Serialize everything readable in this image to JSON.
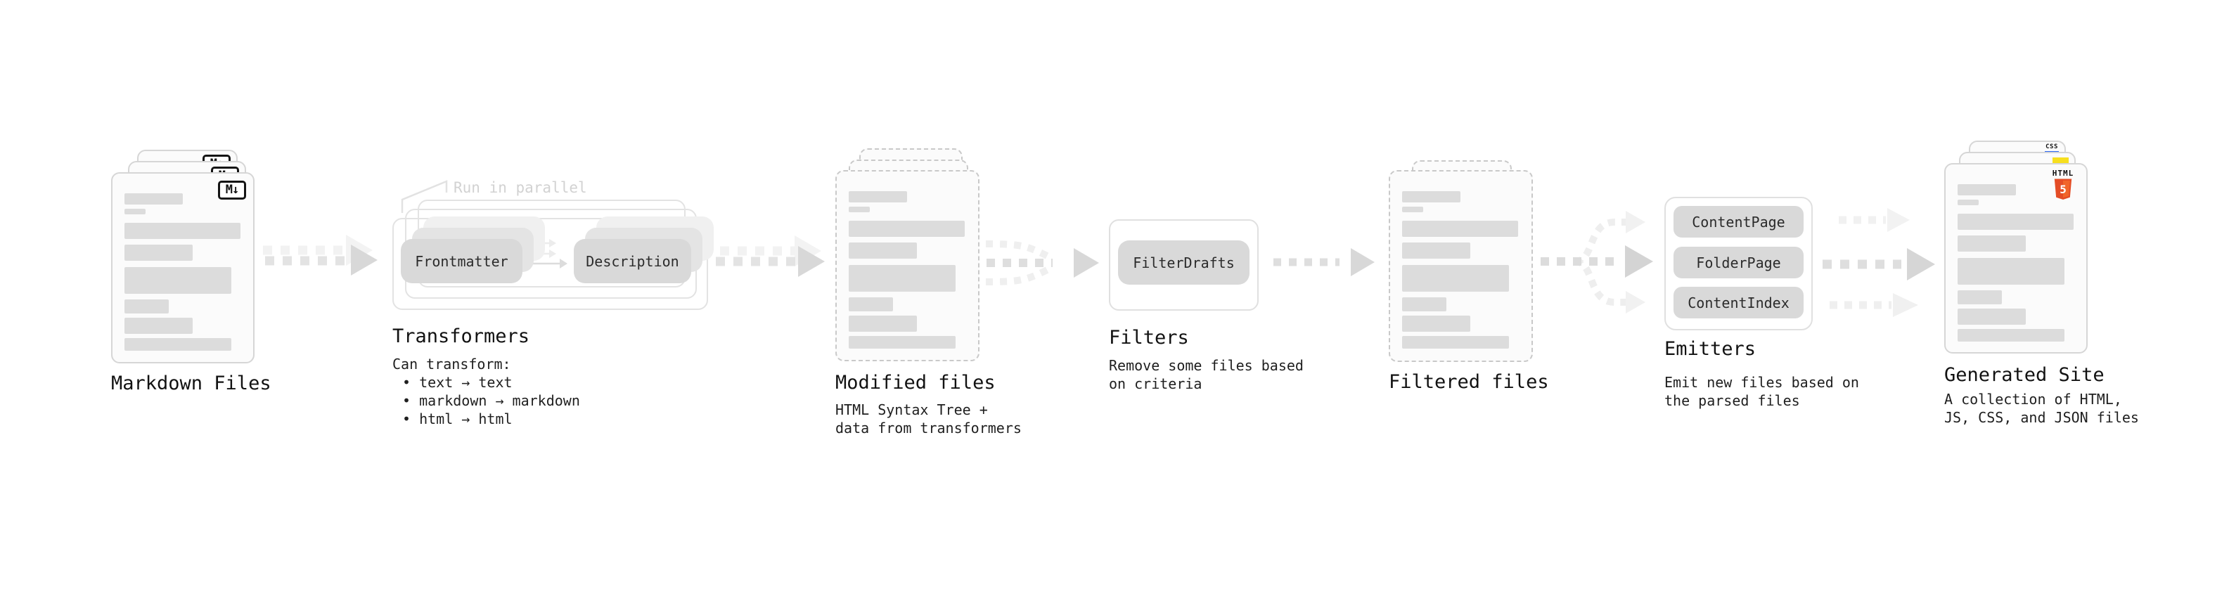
{
  "markdown_files": {
    "label": "Markdown Files",
    "icon": "M↓"
  },
  "transformers": {
    "label": "Transformers",
    "note": "Run in parallel",
    "pills": {
      "frontmatter": "Frontmatter",
      "description": "Description"
    },
    "caption_title": "Can transform:",
    "bullets": [
      "text → text",
      "markdown → markdown",
      "html → html"
    ]
  },
  "modified_files": {
    "label": "Modified files",
    "caption": "HTML Syntax Tree +\ndata from transformers"
  },
  "filters": {
    "label": "Filters",
    "pill": "FilterDrafts",
    "caption": "Remove some files based\non criteria"
  },
  "filtered_files": {
    "label": "Filtered files"
  },
  "emitters": {
    "label": "Emitters",
    "pills": [
      "ContentPage",
      "FolderPage",
      "ContentIndex"
    ],
    "caption": "Emit new files based on\nthe parsed files"
  },
  "generated_site": {
    "label": "Generated Site",
    "caption": "A collection of HTML,\nJS, CSS, and JSON files",
    "badges": {
      "html": "HTML",
      "html_number": "5",
      "css": "CSS"
    }
  },
  "colors": {
    "card_border": "#d6d6d6",
    "dashed_border": "#c9c9c9",
    "placeholder_bar": "#dcdcdc",
    "pill_bg": "#d9d9d9",
    "arrow_dash": "#e3e3e3",
    "arrow_head": "#d8d8d8",
    "note_gray": "#d2d2d2",
    "html5_orange": "#e44d26",
    "js_yellow": "#f7df1e",
    "css_blue": "#2965f1"
  }
}
